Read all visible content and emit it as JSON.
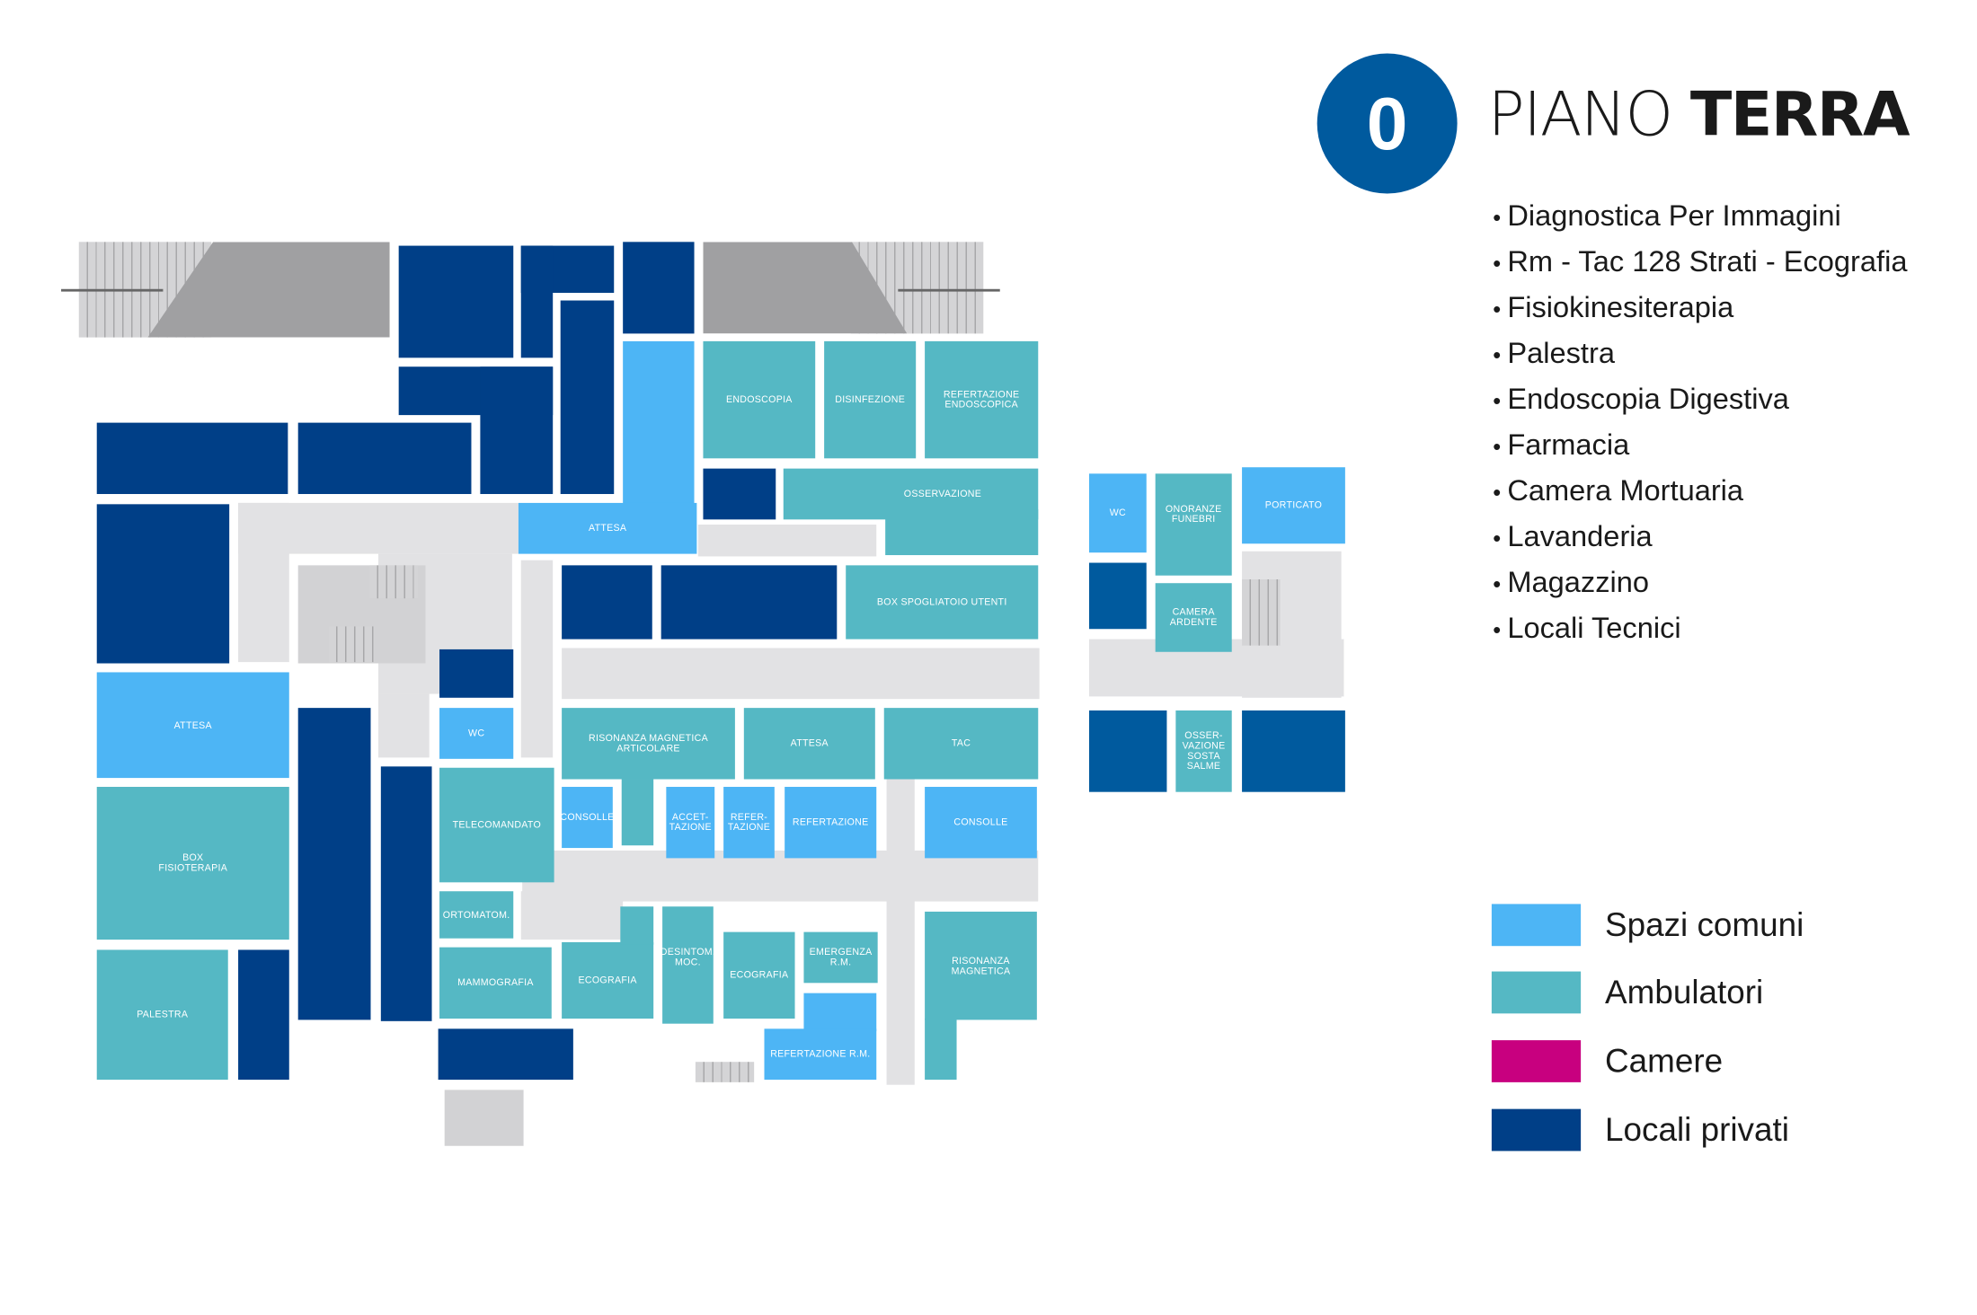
{
  "header": {
    "floor_number": "0",
    "title_light": "PIANO",
    "title_bold": "TERRA"
  },
  "services": [
    "Diagnostica Per Immagini",
    "Rm - Tac 128  Strati - Ecografia",
    "Fisiokinesiterapia",
    "Palestra",
    "Endoscopia Digestiva",
    "Farmacia",
    "Camera Mortuaria",
    "Lavanderia",
    "Magazzino",
    "Locali Tecnici"
  ],
  "legend": [
    {
      "label": "Spazi comuni",
      "color": "#4db5f5"
    },
    {
      "label": "Ambulatori",
      "color": "#55b8c4"
    },
    {
      "label": "Camere",
      "color": "#c8007f"
    },
    {
      "label": "Locali privati",
      "color": "#003f87"
    }
  ],
  "rooms": {
    "endoscopia": "ENDOSCOPIA",
    "disinfezione": "DISINFEZIONE",
    "refertazione_endoscopica": "REFERTAZIONE ENDOSCOPICA",
    "osservazione": "OSSERVAZIONE",
    "attesa_top": "ATTESA",
    "box_spogliatoio": "BOX SPOGLIATOIO UTENTI",
    "attesa_left": "ATTESA",
    "box_fisioterapia": "BOX FISIOTERAPIA",
    "palestra": "PALESTRA",
    "wc": "WC",
    "rm_articolare": "RISONANZA MAGNETICA ARTICOLARE",
    "attesa_mid": "ATTESA",
    "tac": "TAC",
    "telecomandato": "TELECOMANDATO",
    "consolle_1": "CONSOLLE",
    "accettazione": "ACCET-TAZIONE",
    "refertazione_small": "REFER-TAZIONE",
    "refertazione": "REFERTAZIONE",
    "consolle_2": "CONSOLLE",
    "ortomatom": "ORTOMATOM.",
    "mammografia": "MAMMOGRAFIA",
    "ecografia_1": "ECOGRAFIA",
    "desintom": "DESINTOM. MOC.",
    "ecografia_2": "ECOGRAFIA",
    "emergenza_rm": "EMERGENZA R.M.",
    "risonanza_magnetica": "RISONANZA MAGNETICA",
    "refertazione_rm": "REFERTAZIONE R.M.",
    "wc_annex": "WC",
    "onoranze_funebri": "ONORANZE FUNEBRI",
    "porticato": "PORTICATO",
    "camera_ardente": "CAMERA ARDENTE",
    "osservazione_salme": "OSSER-VAZIONE SOSTA SALME"
  }
}
